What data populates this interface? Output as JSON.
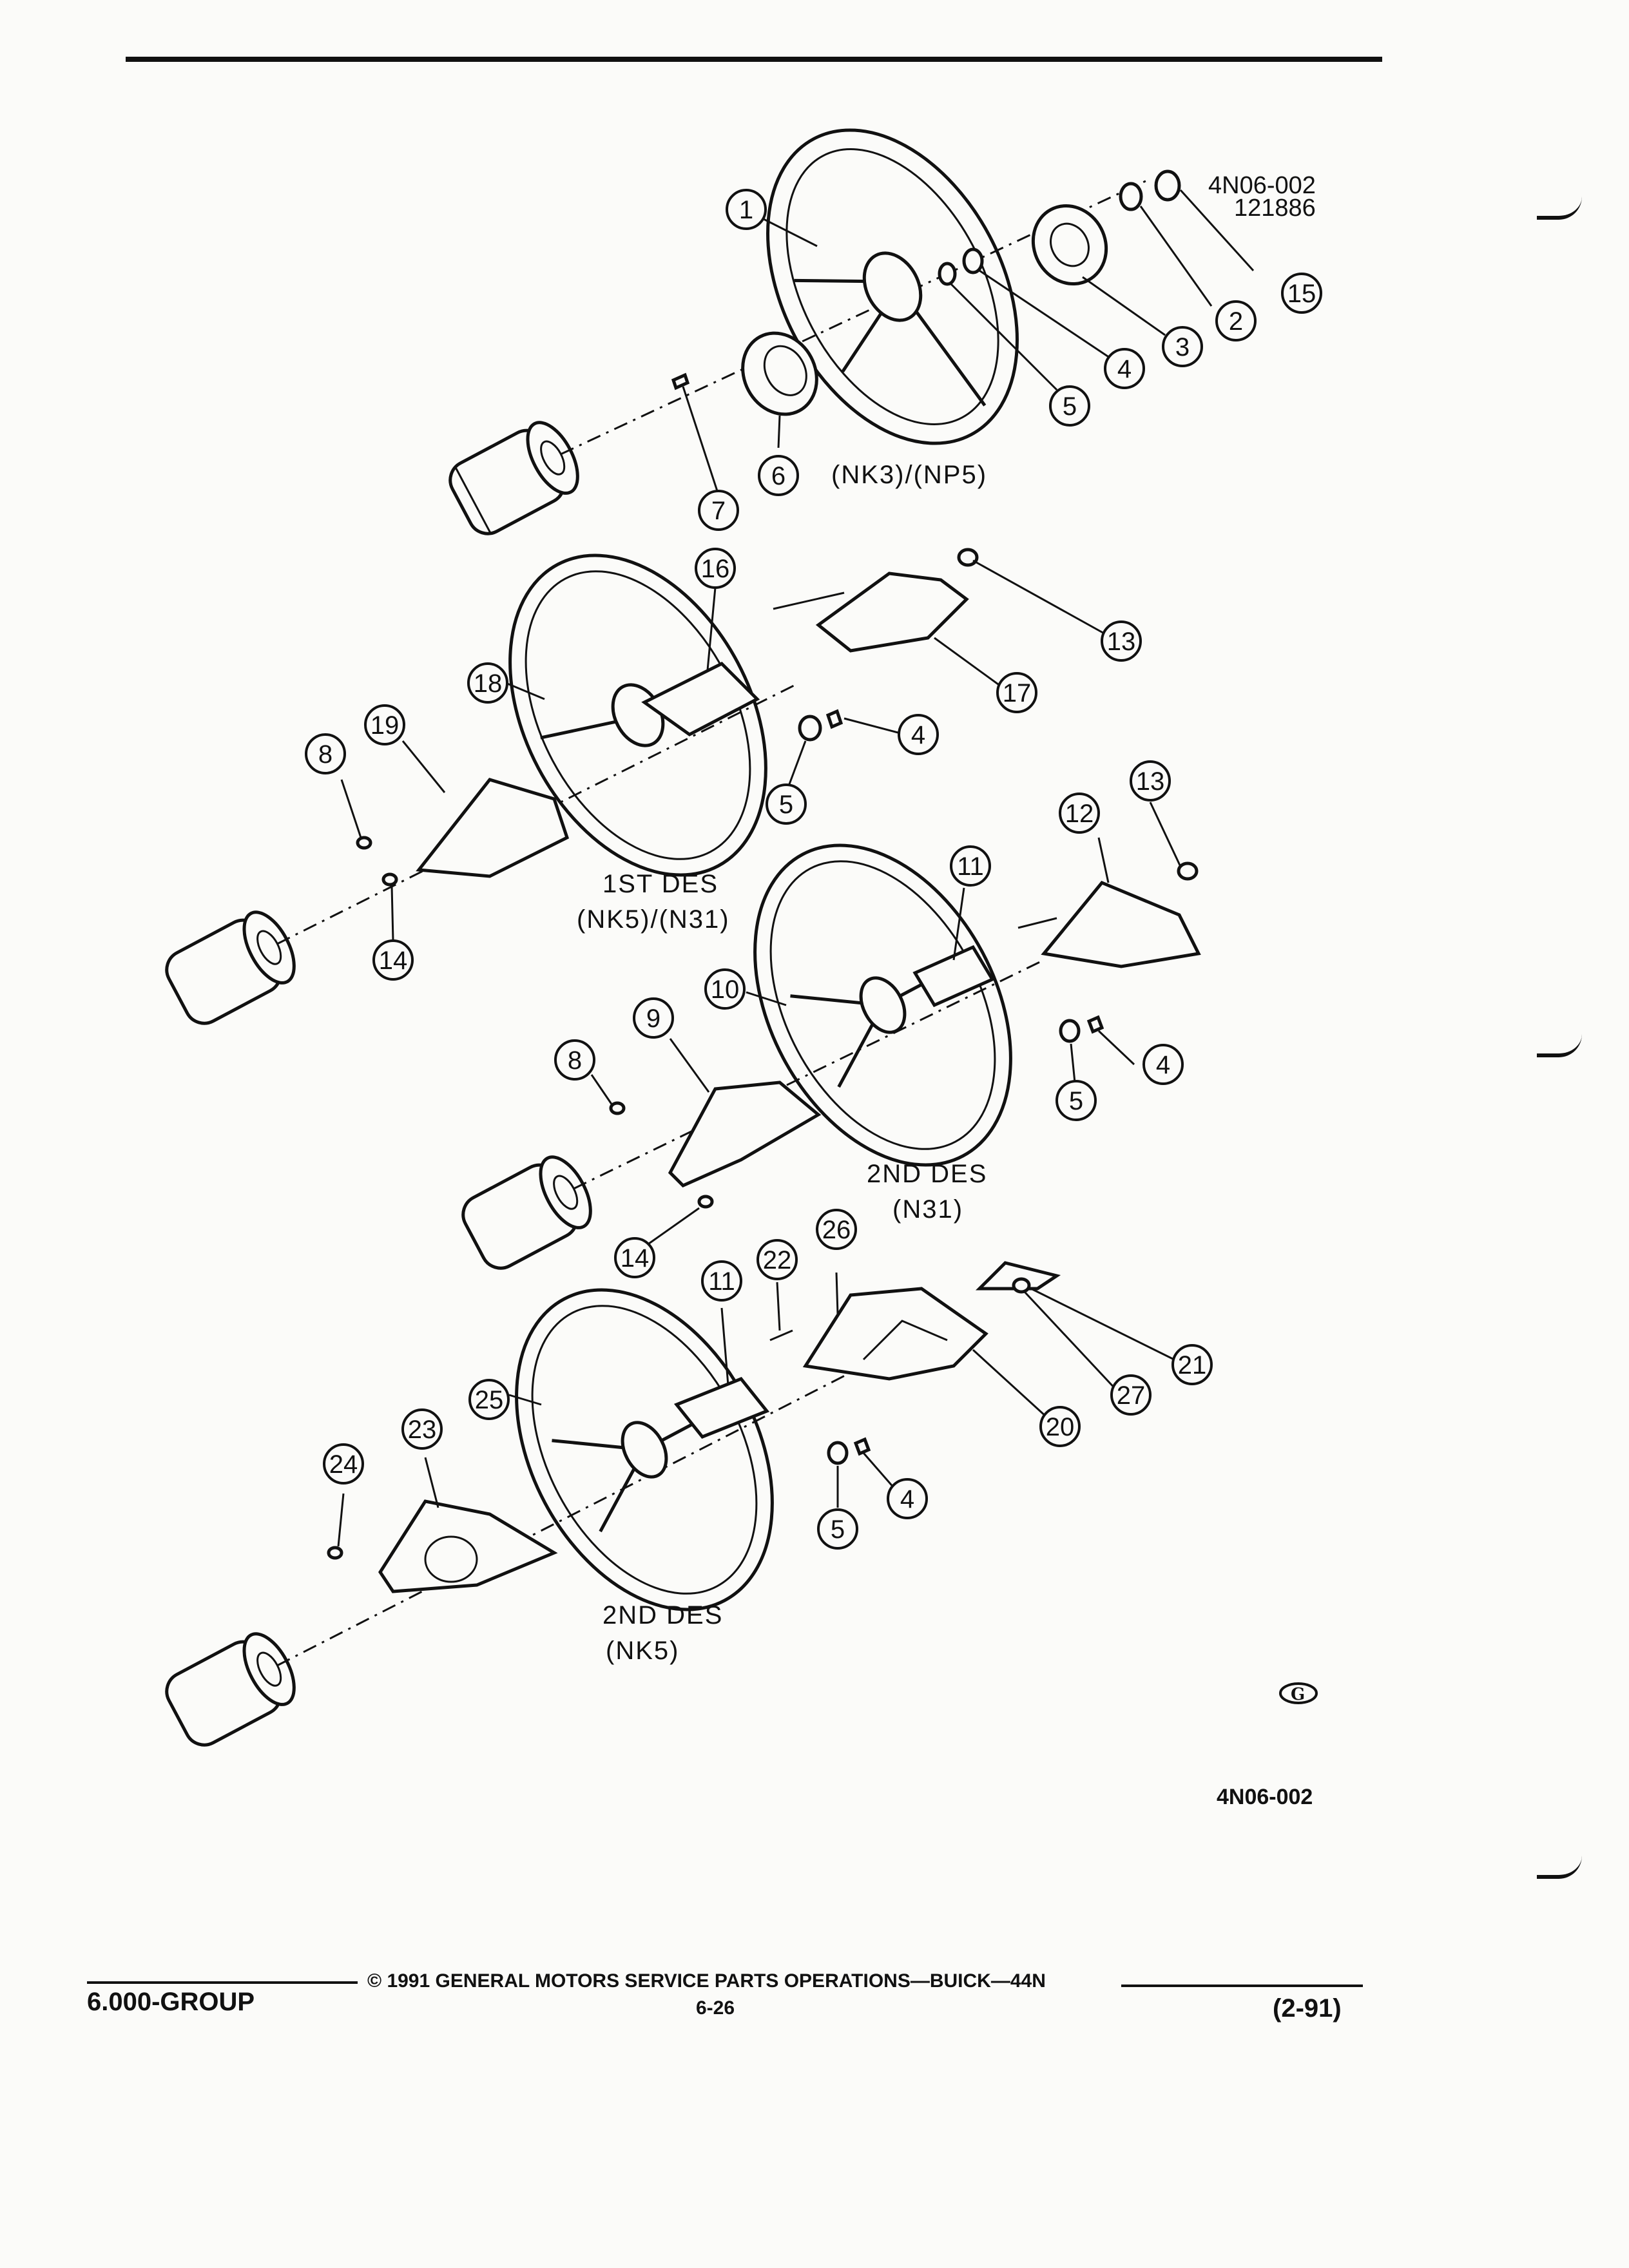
{
  "header": {
    "figure_code": "4N06-002",
    "figure_number": "121886"
  },
  "views": [
    {
      "line1": "(NK3)/(NP5)",
      "line2": ""
    },
    {
      "line1": "1ST DES",
      "line2": "(NK5)/(N31)"
    },
    {
      "line1": "2ND DES",
      "line2": "(N31)"
    },
    {
      "line1": "2ND DES",
      "line2": "(NK5)"
    }
  ],
  "callouts": {
    "view1": [
      "1",
      "15",
      "2",
      "3",
      "4",
      "5",
      "6",
      "7"
    ],
    "view2": [
      "16",
      "13",
      "17",
      "18",
      "19",
      "8",
      "4",
      "5",
      "14"
    ],
    "view3": [
      "13",
      "12",
      "11",
      "10",
      "9",
      "8",
      "4",
      "5",
      "14"
    ],
    "view4": [
      "26",
      "22",
      "11",
      "25",
      "23",
      "24",
      "21",
      "27",
      "20",
      "4",
      "5"
    ]
  },
  "bottom_code": "4N06-002",
  "footer": {
    "group": "6.000-GROUP",
    "copyright": "© 1991 GENERAL MOTORS SERVICE PARTS OPERATIONS—BUICK—44N",
    "page": "6-26",
    "date": "(2-91)"
  }
}
